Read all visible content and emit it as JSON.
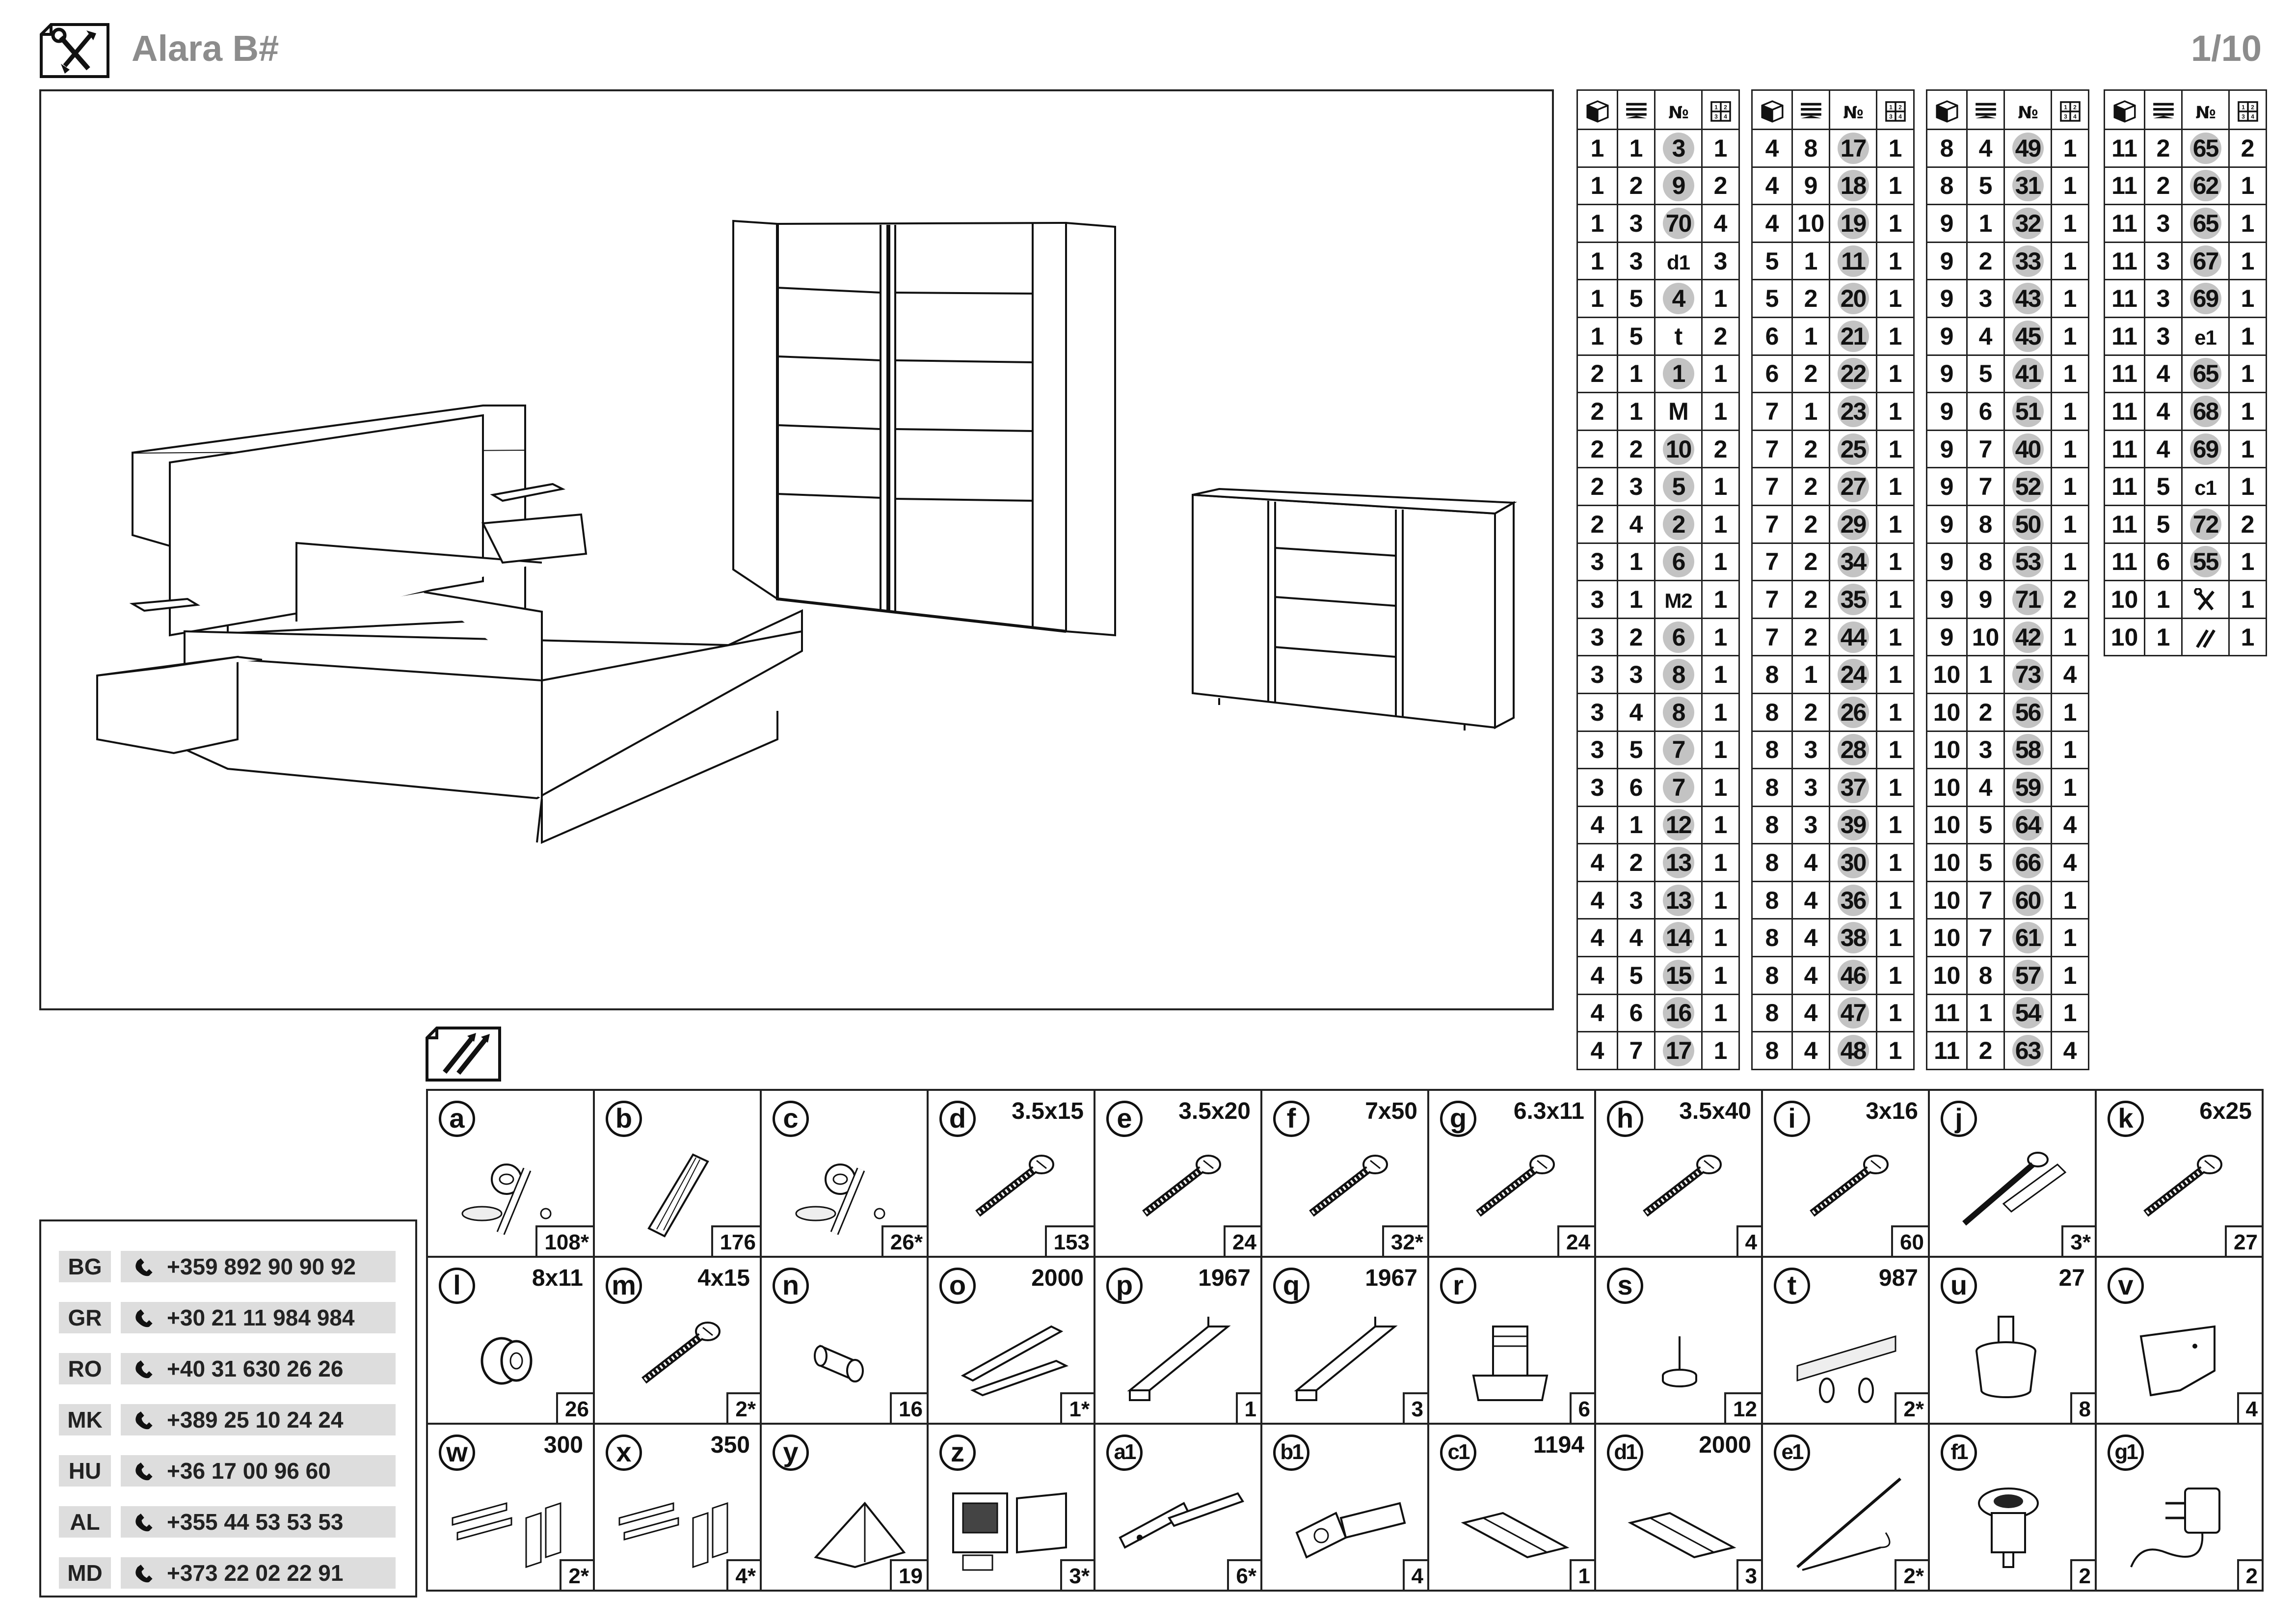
{
  "header": {
    "title": "Alara B#",
    "page": "1/10"
  },
  "parts_tables": [
    {
      "rows": [
        [
          "1",
          "1",
          "3",
          "1"
        ],
        [
          "1",
          "2",
          "9",
          "2"
        ],
        [
          "1",
          "3",
          "70",
          "4"
        ],
        [
          "1",
          "3",
          "d1",
          "3"
        ],
        [
          "1",
          "5",
          "4",
          "1"
        ],
        [
          "1",
          "5",
          "t",
          "2"
        ],
        [
          "2",
          "1",
          "1",
          "1"
        ],
        [
          "2",
          "1",
          "M",
          "1"
        ],
        [
          "2",
          "2",
          "10",
          "2"
        ],
        [
          "2",
          "3",
          "5",
          "1"
        ],
        [
          "2",
          "4",
          "2",
          "1"
        ],
        [
          "3",
          "1",
          "6",
          "1"
        ],
        [
          "3",
          "1",
          "M2",
          "1"
        ],
        [
          "3",
          "2",
          "6",
          "1"
        ],
        [
          "3",
          "3",
          "8",
          "1"
        ],
        [
          "3",
          "4",
          "8",
          "1"
        ],
        [
          "3",
          "5",
          "7",
          "1"
        ],
        [
          "3",
          "6",
          "7",
          "1"
        ],
        [
          "4",
          "1",
          "12",
          "1"
        ],
        [
          "4",
          "2",
          "13",
          "1"
        ],
        [
          "4",
          "3",
          "13",
          "1"
        ],
        [
          "4",
          "4",
          "14",
          "1"
        ],
        [
          "4",
          "5",
          "15",
          "1"
        ],
        [
          "4",
          "6",
          "16",
          "1"
        ],
        [
          "4",
          "7",
          "17",
          "1"
        ]
      ]
    },
    {
      "rows": [
        [
          "4",
          "8",
          "17",
          "1"
        ],
        [
          "4",
          "9",
          "18",
          "1"
        ],
        [
          "4",
          "10",
          "19",
          "1"
        ],
        [
          "5",
          "1",
          "11",
          "1"
        ],
        [
          "5",
          "2",
          "20",
          "1"
        ],
        [
          "6",
          "1",
          "21",
          "1"
        ],
        [
          "6",
          "2",
          "22",
          "1"
        ],
        [
          "7",
          "1",
          "23",
          "1"
        ],
        [
          "7",
          "2",
          "25",
          "1"
        ],
        [
          "7",
          "2",
          "27",
          "1"
        ],
        [
          "7",
          "2",
          "29",
          "1"
        ],
        [
          "7",
          "2",
          "34",
          "1"
        ],
        [
          "7",
          "2",
          "35",
          "1"
        ],
        [
          "7",
          "2",
          "44",
          "1"
        ],
        [
          "8",
          "1",
          "24",
          "1"
        ],
        [
          "8",
          "2",
          "26",
          "1"
        ],
        [
          "8",
          "3",
          "28",
          "1"
        ],
        [
          "8",
          "3",
          "37",
          "1"
        ],
        [
          "8",
          "3",
          "39",
          "1"
        ],
        [
          "8",
          "4",
          "30",
          "1"
        ],
        [
          "8",
          "4",
          "36",
          "1"
        ],
        [
          "8",
          "4",
          "38",
          "1"
        ],
        [
          "8",
          "4",
          "46",
          "1"
        ],
        [
          "8",
          "4",
          "47",
          "1"
        ],
        [
          "8",
          "4",
          "48",
          "1"
        ]
      ]
    },
    {
      "rows": [
        [
          "8",
          "4",
          "49",
          "1"
        ],
        [
          "8",
          "5",
          "31",
          "1"
        ],
        [
          "9",
          "1",
          "32",
          "1"
        ],
        [
          "9",
          "2",
          "33",
          "1"
        ],
        [
          "9",
          "3",
          "43",
          "1"
        ],
        [
          "9",
          "4",
          "45",
          "1"
        ],
        [
          "9",
          "5",
          "41",
          "1"
        ],
        [
          "9",
          "6",
          "51",
          "1"
        ],
        [
          "9",
          "7",
          "40",
          "1"
        ],
        [
          "9",
          "7",
          "52",
          "1"
        ],
        [
          "9",
          "8",
          "50",
          "1"
        ],
        [
          "9",
          "8",
          "53",
          "1"
        ],
        [
          "9",
          "9",
          "71",
          "2"
        ],
        [
          "9",
          "10",
          "42",
          "1"
        ],
        [
          "10",
          "1",
          "73",
          "4"
        ],
        [
          "10",
          "2",
          "56",
          "1"
        ],
        [
          "10",
          "3",
          "58",
          "1"
        ],
        [
          "10",
          "4",
          "59",
          "1"
        ],
        [
          "10",
          "5",
          "64",
          "4"
        ],
        [
          "10",
          "5",
          "66",
          "4"
        ],
        [
          "10",
          "7",
          "60",
          "1"
        ],
        [
          "10",
          "7",
          "61",
          "1"
        ],
        [
          "10",
          "8",
          "57",
          "1"
        ],
        [
          "11",
          "1",
          "54",
          "1"
        ],
        [
          "11",
          "2",
          "63",
          "4"
        ]
      ]
    },
    {
      "rows": [
        [
          "11",
          "2",
          "65",
          "2"
        ],
        [
          "11",
          "2",
          "62",
          "1"
        ],
        [
          "11",
          "3",
          "65",
          "1"
        ],
        [
          "11",
          "3",
          "67",
          "1"
        ],
        [
          "11",
          "3",
          "69",
          "1"
        ],
        [
          "11",
          "3",
          "e1",
          "1"
        ],
        [
          "11",
          "4",
          "65",
          "1"
        ],
        [
          "11",
          "4",
          "68",
          "1"
        ],
        [
          "11",
          "4",
          "69",
          "1"
        ],
        [
          "11",
          "5",
          "c1",
          "1"
        ],
        [
          "11",
          "5",
          "72",
          "2"
        ],
        [
          "11",
          "6",
          "55",
          "1"
        ],
        [
          "10",
          "1",
          "tools-icon",
          "1"
        ],
        [
          "10",
          "1",
          "hardware-icon",
          "1"
        ]
      ]
    }
  ],
  "hardware": [
    [
      {
        "letter": "a",
        "size": "",
        "qty": "108*",
        "icon": "cam-bolt-icon"
      },
      {
        "letter": "b",
        "size": "",
        "qty": "176",
        "icon": "dowel-icon"
      },
      {
        "letter": "c",
        "size": "",
        "qty": "26*",
        "icon": "cam-bolt-icon"
      },
      {
        "letter": "d",
        "size": "3.5x15",
        "qty": "153",
        "icon": "screw-icon"
      },
      {
        "letter": "e",
        "size": "3.5x20",
        "qty": "24",
        "icon": "screw-icon"
      },
      {
        "letter": "f",
        "size": "7x50",
        "qty": "32*",
        "icon": "screw-icon"
      },
      {
        "letter": "g",
        "size": "6.3x11",
        "qty": "24",
        "icon": "screw-icon"
      },
      {
        "letter": "h",
        "size": "3.5x40",
        "qty": "4",
        "icon": "screw-icon"
      },
      {
        "letter": "i",
        "size": "3x16",
        "qty": "60",
        "icon": "screw-icon"
      },
      {
        "letter": "j",
        "size": "",
        "qty": "3*",
        "icon": "screw-anchor-icon"
      },
      {
        "letter": "k",
        "size": "6x25",
        "qty": "27",
        "icon": "screw-icon"
      }
    ],
    [
      {
        "letter": "l",
        "size": "8x11",
        "qty": "26",
        "icon": "sleeve-nut-icon"
      },
      {
        "letter": "m",
        "size": "4x15",
        "qty": "2*",
        "icon": "screw-icon"
      },
      {
        "letter": "n",
        "size": "",
        "qty": "16",
        "icon": "shelf-pin-icon"
      },
      {
        "letter": "o",
        "size": "2000",
        "qty": "1*",
        "icon": "track-profile-icon"
      },
      {
        "letter": "p",
        "size": "1967",
        "qty": "1",
        "icon": "u-profile-icon"
      },
      {
        "letter": "q",
        "size": "1967",
        "qty": "3",
        "icon": "u-profile-icon"
      },
      {
        "letter": "r",
        "size": "",
        "qty": "6",
        "icon": "leg-adjuster-icon"
      },
      {
        "letter": "s",
        "size": "",
        "qty": "12",
        "icon": "glide-nail-icon"
      },
      {
        "letter": "t",
        "size": "987",
        "qty": "2*",
        "icon": "hanging-rail-icon"
      },
      {
        "letter": "u",
        "size": "27",
        "qty": "8",
        "icon": "foot-icon"
      },
      {
        "letter": "v",
        "size": "",
        "qty": "4",
        "icon": "bracket-icon"
      }
    ],
    [
      {
        "letter": "w",
        "size": "300",
        "qty": "2*",
        "icon": "drawer-slide-icon"
      },
      {
        "letter": "x",
        "size": "350",
        "qty": "4*",
        "icon": "drawer-slide-icon"
      },
      {
        "letter": "y",
        "size": "",
        "qty": "19",
        "icon": "angle-bracket-icon"
      },
      {
        "letter": "z",
        "size": "",
        "qty": "3*",
        "icon": "door-mechanism-icon"
      },
      {
        "letter": "a1",
        "size": "",
        "qty": "6*",
        "icon": "runner-icon"
      },
      {
        "letter": "b1",
        "size": "",
        "qty": "4",
        "icon": "hinge-icon"
      },
      {
        "letter": "c1",
        "size": "1194",
        "qty": "1",
        "icon": "flat-profile-icon"
      },
      {
        "letter": "d1",
        "size": "2000",
        "qty": "3",
        "icon": "flat-profile-icon"
      },
      {
        "letter": "e1",
        "size": "",
        "qty": "2*",
        "icon": "rod-icon"
      },
      {
        "letter": "f1",
        "size": "",
        "qty": "2",
        "icon": "led-spot-icon"
      },
      {
        "letter": "g1",
        "size": "",
        "qty": "2",
        "icon": "power-adapter-icon"
      }
    ]
  ],
  "phones": [
    {
      "code": "BG",
      "number": "+359 892 90 90 92"
    },
    {
      "code": "GR",
      "number": "+30 21 11 984 984"
    },
    {
      "code": "RO",
      "number": "+40 31 630 26 26"
    },
    {
      "code": "MK",
      "number": "+389 25 10 24 24"
    },
    {
      "code": "HU",
      "number": "+36 17 00 96 60"
    },
    {
      "code": "AL",
      "number": "+355 44 53 53 53"
    },
    {
      "code": "MD",
      "number": "+373 22 02 22 91"
    }
  ]
}
